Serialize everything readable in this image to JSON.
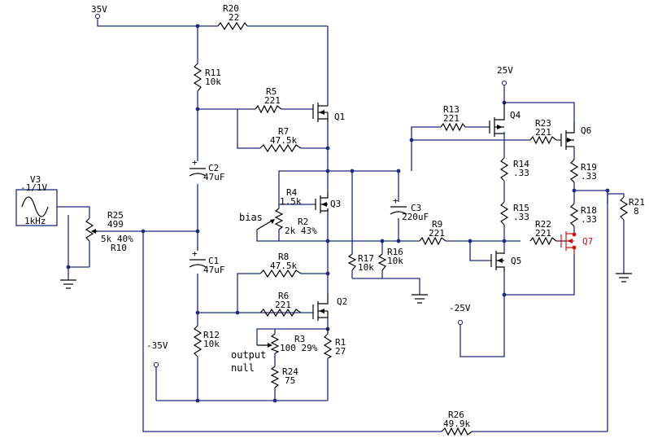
{
  "supplies": {
    "pos35": "35V",
    "neg35": "-35V",
    "pos25": "25V",
    "neg25": "-25V"
  },
  "source": {
    "name": "V3",
    "value": "-1/1V",
    "freq": "1kHz"
  },
  "pots": {
    "r25": {
      "name": "R25",
      "value": "499"
    },
    "r10": {
      "name": "R10",
      "setting": "5k 40%"
    },
    "r2": {
      "name": "R2",
      "setting": "2k 43%"
    },
    "r3": {
      "name": "R3",
      "setting": "100 29%"
    }
  },
  "resistors": {
    "r20": {
      "name": "R20",
      "value": "22"
    },
    "r11": {
      "name": "R11",
      "value": "10k"
    },
    "r5": {
      "name": "R5",
      "value": "221"
    },
    "r7": {
      "name": "R7",
      "value": "47.5k"
    },
    "r4": {
      "name": "R4",
      "value": "1.5k"
    },
    "r8": {
      "name": "R8",
      "value": "47.5k"
    },
    "r6": {
      "name": "R6",
      "value": "221"
    },
    "r12": {
      "name": "R12",
      "value": "10k"
    },
    "r1": {
      "name": "R1",
      "value": "27"
    },
    "r24": {
      "name": "R24",
      "value": "75"
    },
    "r17": {
      "name": "R17",
      "value": "10k"
    },
    "r16": {
      "name": "R16",
      "value": "10k"
    },
    "r9": {
      "name": "R9",
      "value": "221"
    },
    "r13": {
      "name": "R13",
      "value": "221"
    },
    "r14": {
      "name": "R14",
      "value": ".33"
    },
    "r15": {
      "name": "R15",
      "value": ".33"
    },
    "r22": {
      "name": "R22",
      "value": "221"
    },
    "r23": {
      "name": "R23",
      "value": "221"
    },
    "r19": {
      "name": "R19",
      "value": ".33"
    },
    "r18": {
      "name": "R18",
      "value": ".33"
    },
    "r21": {
      "name": "R21",
      "value": "8"
    },
    "r26": {
      "name": "R26",
      "value": "49.9k"
    }
  },
  "capacitors": {
    "c2": {
      "name": "C2",
      "value": "47uF"
    },
    "c1": {
      "name": "C1",
      "value": "47uF"
    },
    "c3": {
      "name": "C3",
      "value": "220uF"
    }
  },
  "transistors": {
    "q1": "Q1",
    "q2": "Q2",
    "q3": "Q3",
    "q4": "Q4",
    "q5": "Q5",
    "q6": "Q6",
    "q7": "Q7"
  },
  "notes": {
    "bias": "bias",
    "output": "output",
    "null": "null"
  },
  "colors": {
    "wire": "#1f2a80",
    "component": "#000000",
    "highlight": "#d01010"
  }
}
